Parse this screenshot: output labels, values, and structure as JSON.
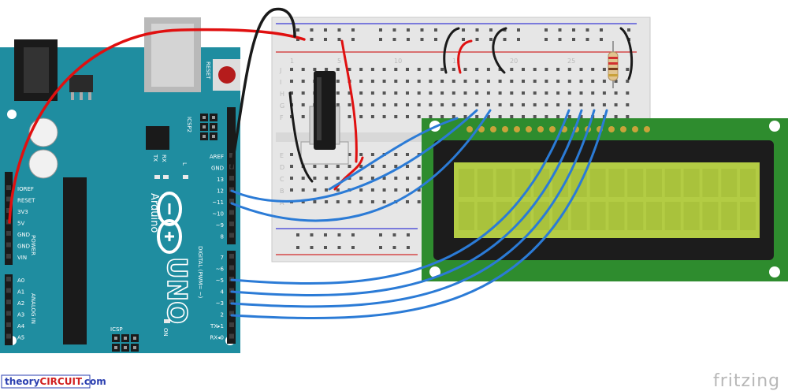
{
  "board": {
    "name": "Arduino",
    "model": "UNO",
    "reset_label": "RESET",
    "icsp2_label": "ICSP2",
    "icsp_label": "ICSP",
    "on_label": "ON",
    "tx_label": "TX",
    "rx_label": "RX",
    "l_label": "L",
    "digital_label": "DIGITAL (PWM= ~)",
    "power_label": "POWER",
    "analog_label": "ANALOG IN",
    "power_pins": [
      "IOREF",
      "RESET",
      "3V3",
      "5V",
      "GND",
      "GND",
      "VIN"
    ],
    "analog_pins": [
      "A0",
      "A1",
      "A2",
      "A3",
      "A4",
      "A5"
    ],
    "digital_pins_top": [
      "AREF",
      "GND",
      "13",
      "12",
      "~11",
      "~10",
      "~9",
      "8"
    ],
    "digital_pins_bottom": [
      "7",
      "~6",
      "~5",
      "4",
      "~3",
      "2",
      "TX▸1",
      "RX◂0"
    ]
  },
  "breadboard": {
    "row_letters_top": [
      "J",
      "I",
      "H",
      "G",
      "F"
    ],
    "row_letters_bottom": [
      "E",
      "D",
      "C",
      "B",
      "A"
    ],
    "col_numbers": [
      "1",
      "5",
      "10",
      "15",
      "20",
      "25"
    ]
  },
  "credits": {
    "site_prefix": "theory",
    "site_highlight": "CIRCUIT",
    "site_suffix": ".com",
    "tool": "fritzing"
  },
  "colors": {
    "arduino": "#1f8da0",
    "lcd_board": "#2e8c2e",
    "lcd_screen": "#b3cc44",
    "wire_blue": "#2b7bd6",
    "wire_red": "#e01010",
    "wire_black": "#1a1a1a"
  }
}
